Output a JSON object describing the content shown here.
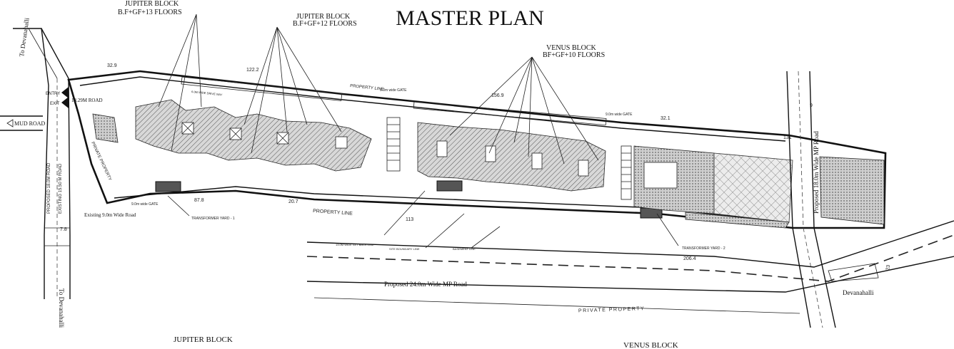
{
  "title": "MASTER PLAN",
  "callouts": {
    "jupiter_13": [
      "JUPITER BLOCK",
      "B.F+GF+13 FLOORS"
    ],
    "jupiter_12": [
      "JUPITER BLOCK",
      "B.F+GF+12 FLOORS"
    ],
    "venus_10": [
      "VENUS BLOCK",
      "BF+GF+10 FLOORS"
    ]
  },
  "roads": {
    "to_devanahalli_top": "To Devanahalli",
    "to_devanahalli_bottom": "To Devanahalli",
    "mud_road": "MUD ROAD",
    "proposed_18_road": "PROPOSED 18.0M ROAD",
    "existing_15_road": "EXISTING 15.50 M ROAD",
    "road_1829": "18.29M ROAD",
    "existing_9_road": "Existing 9.0m Wide Road",
    "proposed_24_mp": "Proposed 24.0m Wide MP Road",
    "proposed_18_mp": "Proposed 18.0m Wide MP Road",
    "devanahalli_right": "Devanahalli",
    "private_property_left": "PRIVATE PROPERTY",
    "private_property_bottom": "PRIVATE PROPERTY"
  },
  "labels": {
    "entry": "ENTRY",
    "exit": "EXIT",
    "property_line_top": "PROPERTY LINE",
    "property_line_bottom": "PROPERTY LINE",
    "gate_1": "9.0m wide GATE",
    "gate_2": "9.0m wide GATE",
    "gate_3": "9.0m wide GATE",
    "transformer_1": "TRANSFORMER YARD - 1",
    "transformer_2": "TRANSFORMER YARD - 2",
    "setback_line": "13.0M WIDE SET BACK LINE",
    "site_boundary": "SITE BOUNDARY LINE",
    "basement_line": "BASEMENT LINE",
    "drive_way": "6.0M WIDE DRIVE WAY"
  },
  "dimensions": {
    "d1": "32.9",
    "d2": "122.2",
    "d3": "156.9",
    "d4": "32.1",
    "d5": "131",
    "d6": "87.8",
    "d7": "20.7",
    "d8": "113",
    "d9": "206.4",
    "d10": "9",
    "d11": "7.8",
    "d12": "23"
  },
  "footer": {
    "left": "JUPITER BLOCK",
    "right": "VENUS BLOCK"
  },
  "colors": {
    "line": "#111111",
    "background": "#ffffff"
  }
}
